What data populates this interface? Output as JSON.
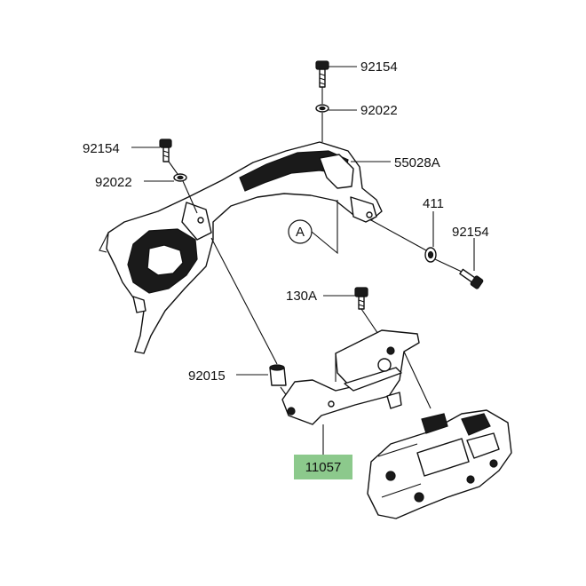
{
  "diagram": {
    "callouts": {
      "bolt_top": "92154",
      "washer_top": "92022",
      "bolt_left": "92154",
      "washer_left": "92022",
      "bracket_upper": "55028A",
      "grommet_right": "411",
      "bolt_right": "92154",
      "bolt_mid": "130A",
      "collar": "92015",
      "bracket_lower": "11057"
    },
    "reference_marker": "A",
    "highlight_color": "#8cc98c"
  }
}
